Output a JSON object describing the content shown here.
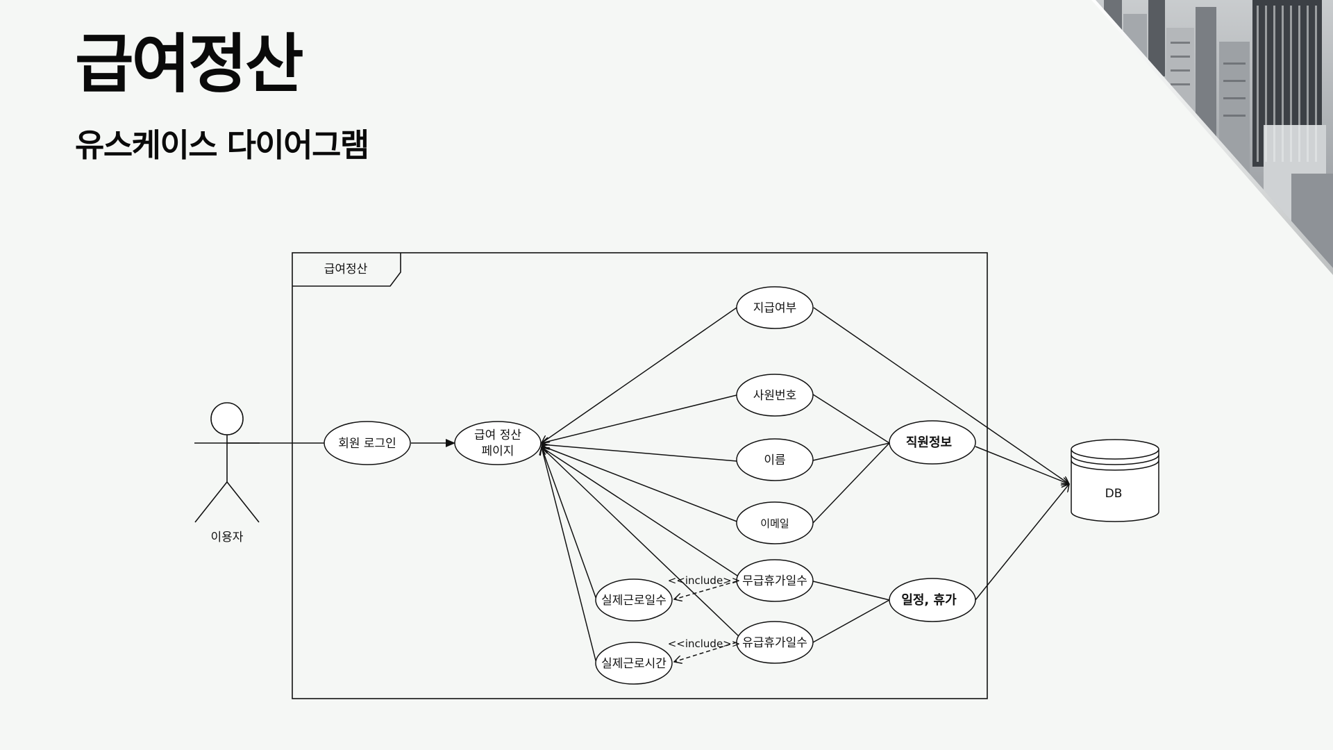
{
  "slide": {
    "title": "급여정산",
    "subtitle": "유스케이스 다이어그램"
  },
  "diagram": {
    "frame_label": "급여정산",
    "actor_label": "이용자",
    "nodes": {
      "login": "회원 로그인",
      "payroll_page_line1": "급여 정산",
      "payroll_page_line2": "페이지",
      "payment_status": "지급여부",
      "employee_number": "사원번호",
      "name": "이름",
      "email": "이메일",
      "unpaid_leave_days": "무급휴가일수",
      "paid_leave_days": "유급휴가일수",
      "actual_work_days": "실제근로일수",
      "actual_work_hours": "실제근로시간",
      "employee_info": "직원정보",
      "schedule_leave": "일정, 휴가",
      "db": "DB"
    },
    "include_label": "<<include>>"
  },
  "colors": {
    "background": "#f5f7f5",
    "stroke": "#111111",
    "node_fill": "#ffffff"
  }
}
